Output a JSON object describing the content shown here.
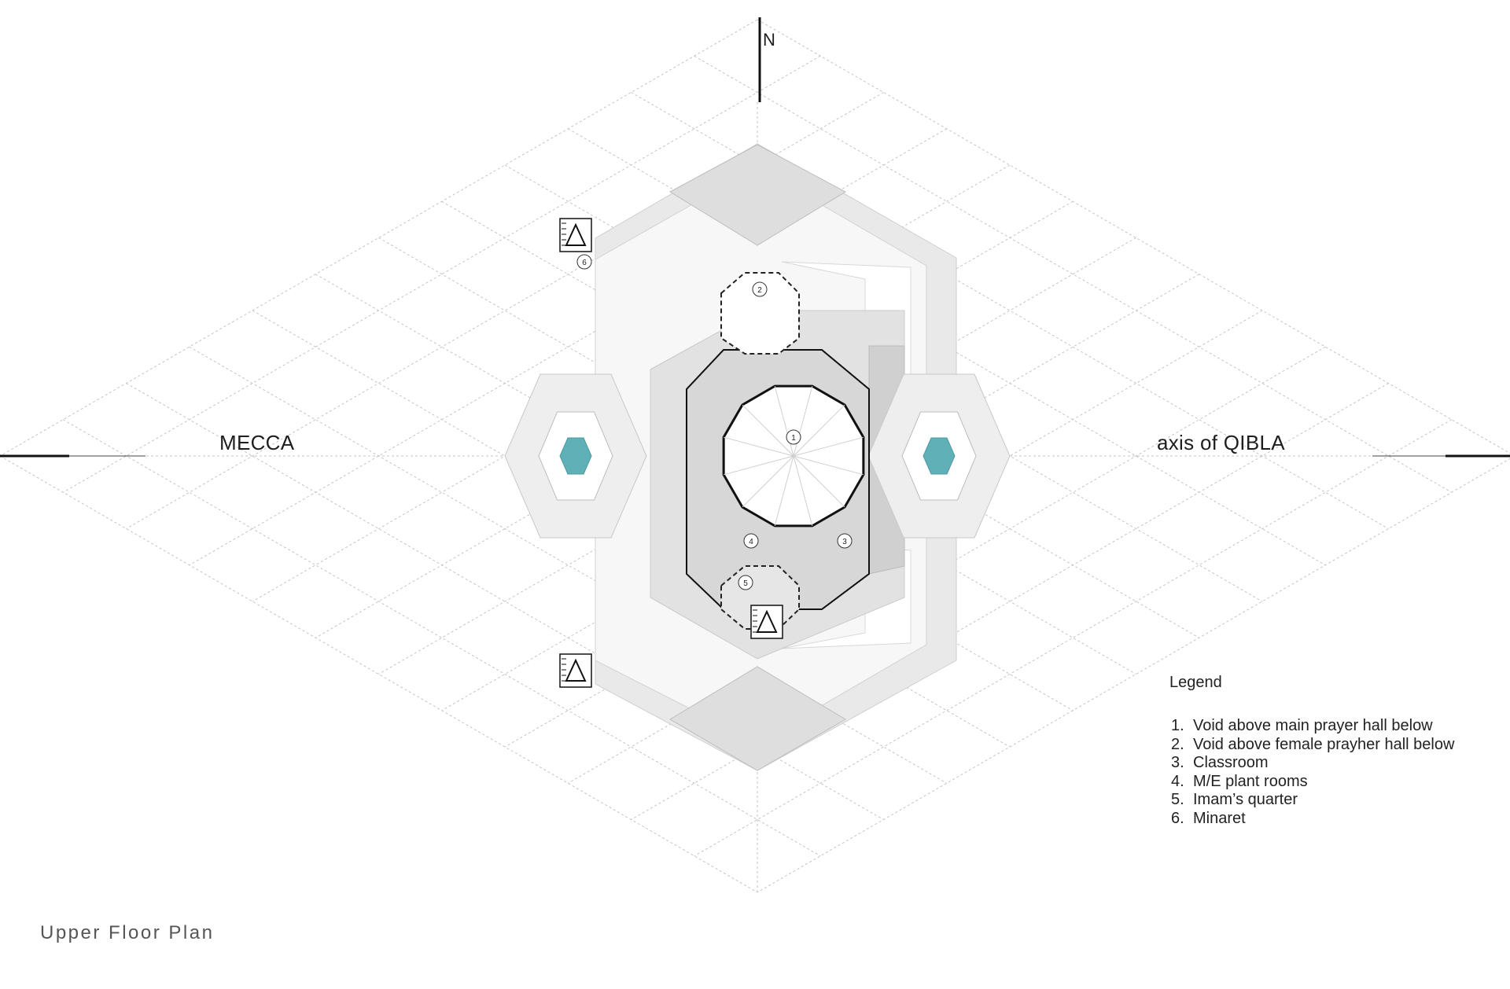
{
  "plan": {
    "north_label": "N",
    "west_label": "MECCA",
    "east_label": "axis of QIBLA",
    "caption": "Upper Floor Plan",
    "room_markers": [
      "1",
      "2",
      "3",
      "4",
      "5",
      "6"
    ]
  },
  "legend": {
    "title": "Legend",
    "items": [
      {
        "num": "1.",
        "text": "Void above main prayer hall below"
      },
      {
        "num": "2.",
        "text": "Void above female prayher hall below"
      },
      {
        "num": "3.",
        "text": "Classroom"
      },
      {
        "num": "4.",
        "text": "M/E plant rooms"
      },
      {
        "num": "5.",
        "text": "Imam’s quarter"
      },
      {
        "num": "6.",
        "text": "Minaret"
      }
    ]
  },
  "colors": {
    "grid": "#c4c4c4",
    "band": "#e9e9e9",
    "pattern": "#d6d6d6",
    "courtyard_water": "#5fb0b7",
    "wall": "#111111"
  }
}
